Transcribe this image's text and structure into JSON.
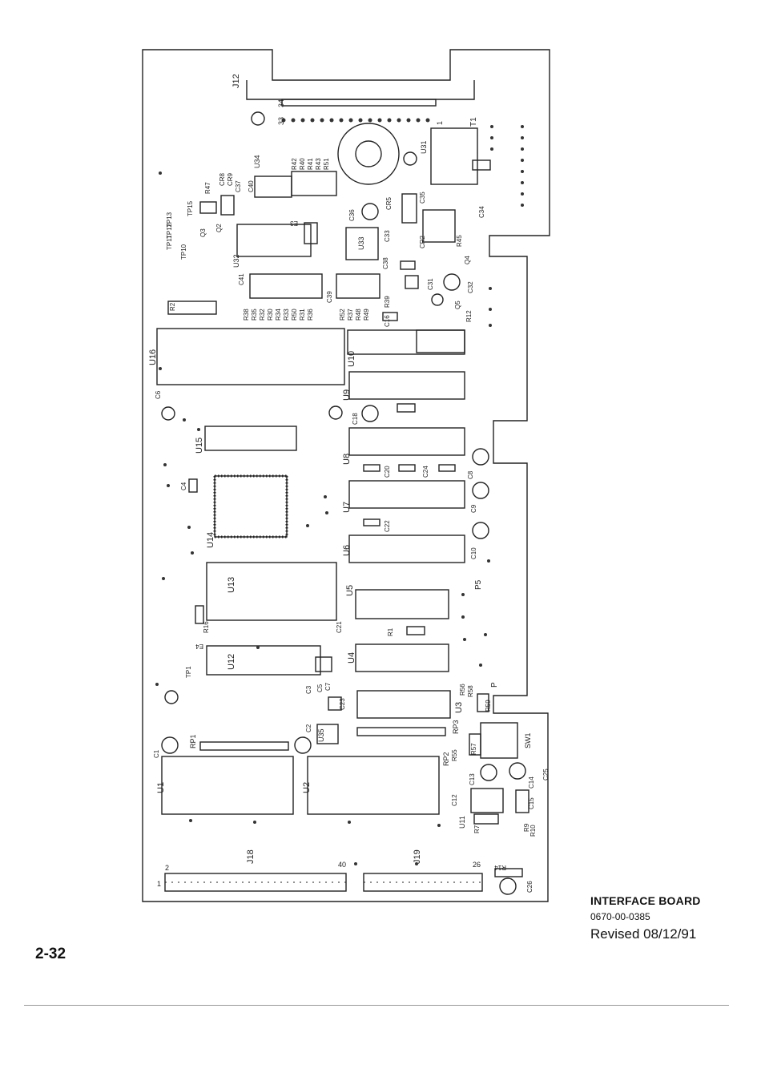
{
  "caption": {
    "title": "INTERFACE BOARD",
    "part_number": "0670-00-0385",
    "revision": "Revised 08/12/91"
  },
  "page_number": "2-32",
  "connectors": {
    "j12": "J12",
    "j12_pin_a": "33",
    "j12_pin_b": "34",
    "j12_pin_1": "1",
    "j18": "J18",
    "j18_pin_2": "2",
    "j18_pin_1": "1",
    "j18_pin_40": "40",
    "j19": "J19",
    "j19_pin_26": "26",
    "t1": "T1"
  },
  "chips": {
    "u1": "U1",
    "u2": "U2",
    "u3": "U3",
    "u4": "U4",
    "u5": "U5",
    "u6": "U6",
    "u7": "U7",
    "u8": "U8",
    "u9": "U9",
    "u10": "U10",
    "u11": "U11",
    "u12": "U12",
    "u13": "U13",
    "u14": "U14",
    "u15": "U15",
    "u16": "U16",
    "u31": "U31",
    "u32": "U32",
    "u33": "U33",
    "u34": "U34",
    "u35": "U35"
  },
  "packs": {
    "rp1": "RP1",
    "rp2": "RP2",
    "rp3": "RP3",
    "sw1": "SW1"
  },
  "resistors": {
    "left_row": [
      "R38",
      "R35",
      "R32",
      "R30",
      "R34",
      "R33",
      "R50",
      "R31",
      "R36"
    ],
    "mid_row": [
      "R52",
      "R37",
      "R48",
      "R49"
    ],
    "top_row": [
      "R42",
      "R40",
      "R41",
      "R43",
      "R51"
    ],
    "r47": "R47",
    "r45": "R45",
    "r39": "R39",
    "r12": "R12",
    "r1": "R1",
    "r16": "R16",
    "r2": "R2",
    "r7": "R7",
    "r9": "R9",
    "r10": "R10",
    "r14": "R14",
    "r55": "R55",
    "r56": "R56",
    "r57": "R57",
    "r58": "R58",
    "r59": "R59"
  },
  "capacitors": {
    "c1": "C1",
    "c2": "C2",
    "c3": "C3",
    "c4": "C4",
    "c5": "C5",
    "c6": "C6",
    "c7": "C7",
    "c8": "C8",
    "c9": "C9",
    "c10": "C10",
    "c12": "C12",
    "c13": "C13",
    "c14": "C14",
    "c15": "C15",
    "c16": "C16",
    "c18": "C18",
    "c20": "C20",
    "c21": "C21",
    "c22": "C22",
    "c23": "C23",
    "c24": "C24",
    "c25": "C25",
    "c26": "C26",
    "c31": "C31",
    "c32": "C32",
    "c33": "C33",
    "c34": "C34",
    "c35": "C35",
    "c36": "C36",
    "c37": "C37",
    "c38": "C38",
    "c39": "C39",
    "c40": "C40",
    "c41": "C41"
  },
  "misc": {
    "cr2": "CR2",
    "cr5": "CR5",
    "cr8": "CR8",
    "cr9": "CR9",
    "q2": "Q2",
    "q3": "Q3",
    "q4": "Q4",
    "q5": "Q5",
    "tp1": "TP1",
    "tp10": "TP10",
    "tp11": "TP11",
    "tp12": "TP12",
    "tp13": "TP13",
    "tp15": "TP15",
    "p5": "P5",
    "p": "P",
    "e3": "E3",
    "e4": "E4"
  }
}
